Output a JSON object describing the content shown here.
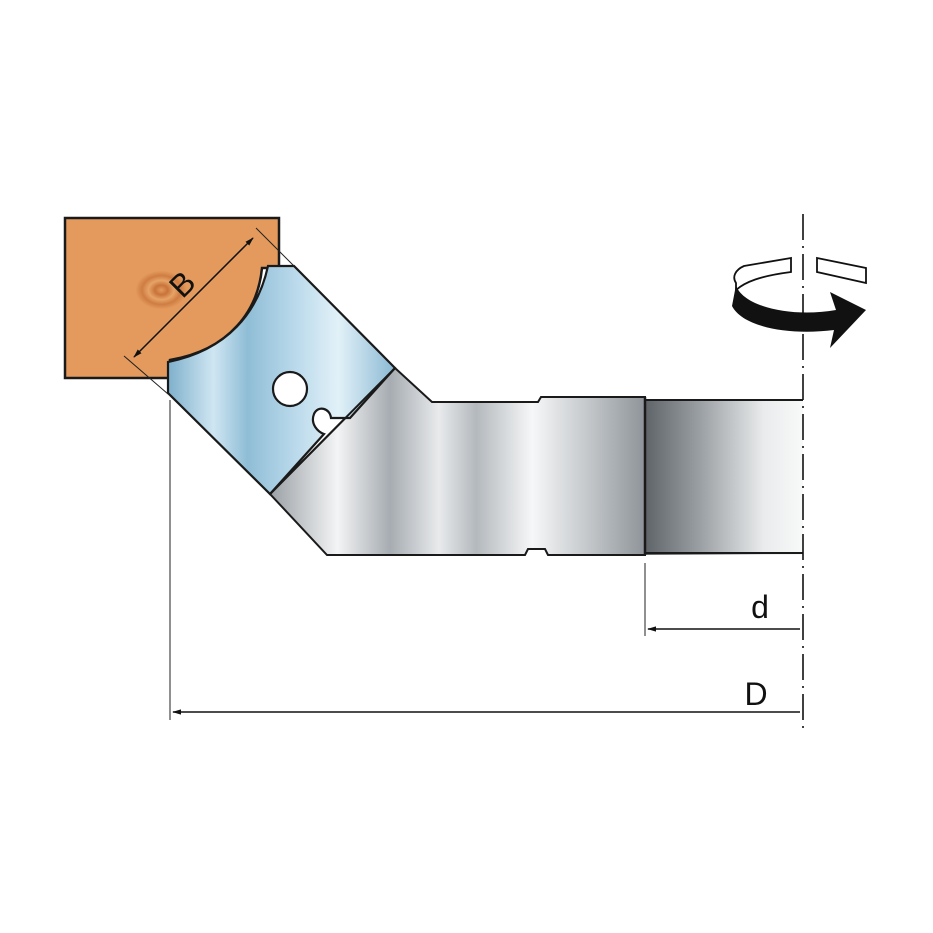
{
  "labels": {
    "profile_width": "B",
    "bore_diameter": "d",
    "outer_diameter": "D"
  },
  "colors": {
    "wood": "#d9864a",
    "carbide_insert": "#9cc6dc",
    "steel_body": "#c4c9cd",
    "outline": "#1a1a1a"
  },
  "icons": {
    "rotation": "rotation-arrow-icon"
  }
}
